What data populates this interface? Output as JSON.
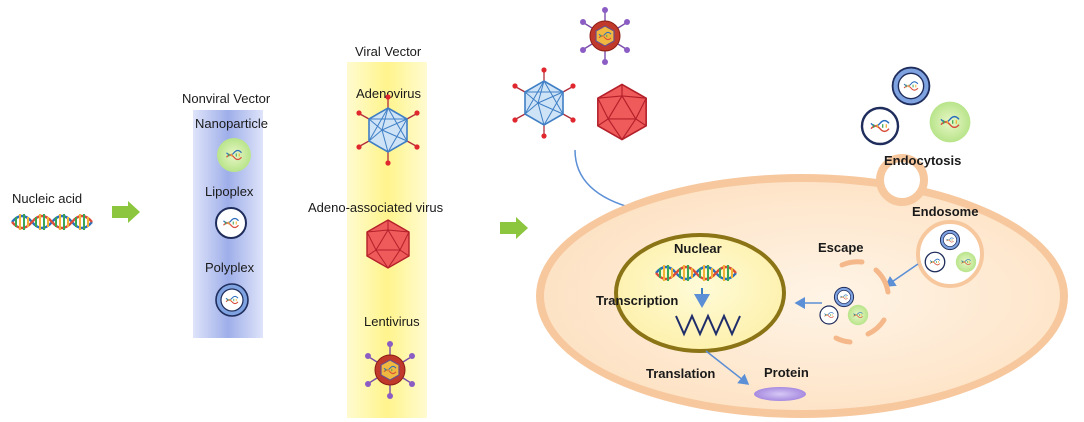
{
  "labels": {
    "nucleic_acid": "Nucleic acid",
    "nonviral_vector": "Nonviral Vector",
    "nanoparticle": "Nanoparticle",
    "lipoplex": "Lipoplex",
    "polyplex": "Polyplex",
    "viral_vector": "Viral Vector",
    "adenovirus": "Adenovirus",
    "aav": "Adeno-associated virus",
    "lentivirus": "Lentivirus",
    "endocytosis": "Endocytosis",
    "endosome": "Endosome",
    "escape": "Escape",
    "nuclear": "Nuclear",
    "transcription": "Transcription",
    "translation": "Translation",
    "protein": "Protein"
  },
  "colors": {
    "arrow_green": "#8cc63f",
    "cell_membrane": "#f5c9a0",
    "cell_fill": "#fde8cf",
    "nucleus_border": "#8a7416",
    "nonviral_panel": "#9aaae8",
    "viral_panel": "#fff59a",
    "adenovirus": "#5b9bd5",
    "aav": "#e03c3c",
    "lentivirus_capsid": "#c0392b",
    "protein": "#b79ee6"
  }
}
